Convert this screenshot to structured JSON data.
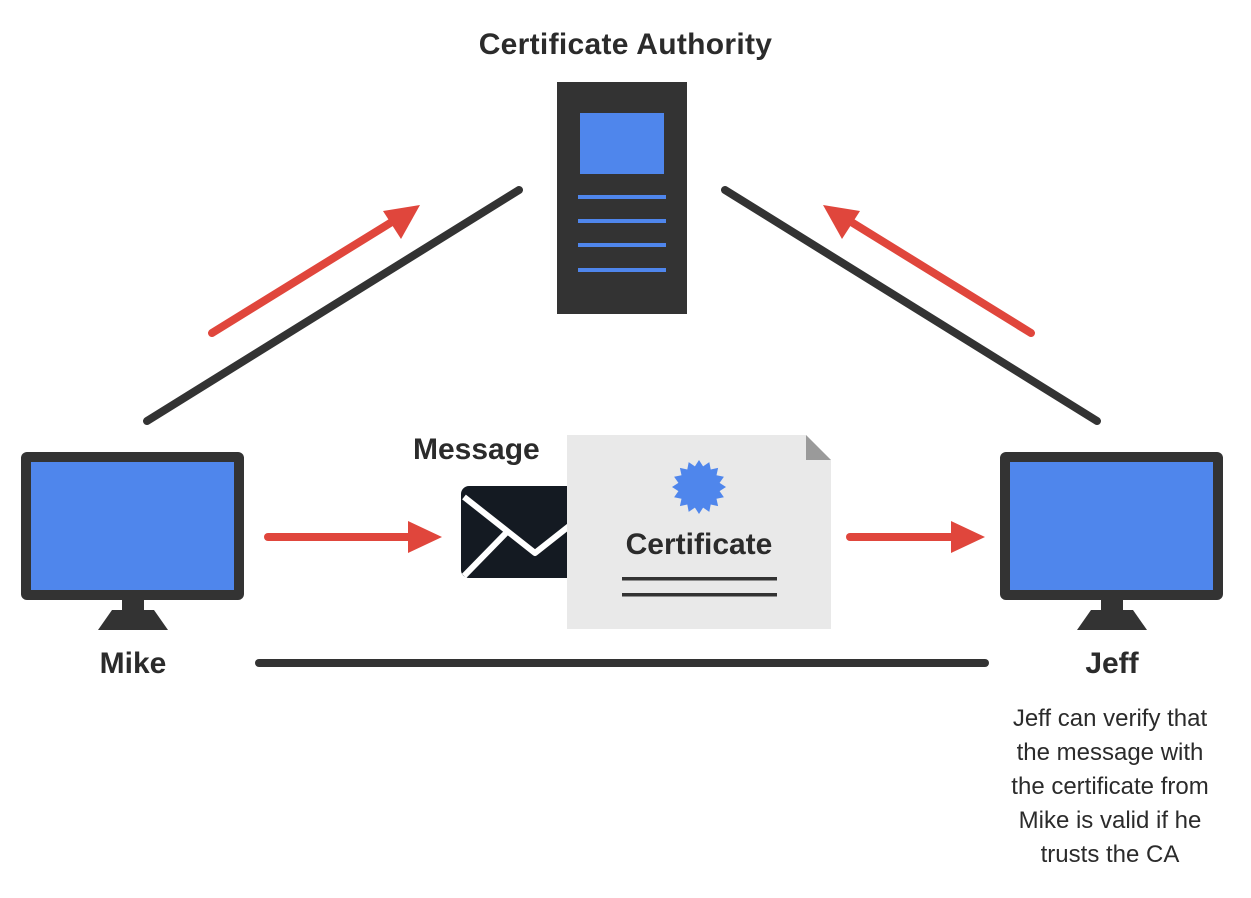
{
  "ca": {
    "title": "Certificate Authority"
  },
  "message": {
    "label": "Message"
  },
  "certificate": {
    "label": "Certificate"
  },
  "mike": {
    "label": "Mike"
  },
  "jeff": {
    "label": "Jeff",
    "note_lines": [
      "Jeff can verify that",
      "the message with",
      "the certificate from",
      "Mike is valid if he",
      "trusts the CA"
    ]
  },
  "colors": {
    "dark": "#333333",
    "screen": "#4f86ec",
    "arrow": "#e0463c",
    "paper": "#e9e9e9",
    "envelope": "#141a22",
    "seal": "#4f86ec"
  },
  "icons": {
    "server": "server-icon",
    "monitor": "monitor-icon",
    "envelope": "envelope-icon",
    "certificate": "certificate-document-icon",
    "seal": "seal-badge-icon"
  }
}
